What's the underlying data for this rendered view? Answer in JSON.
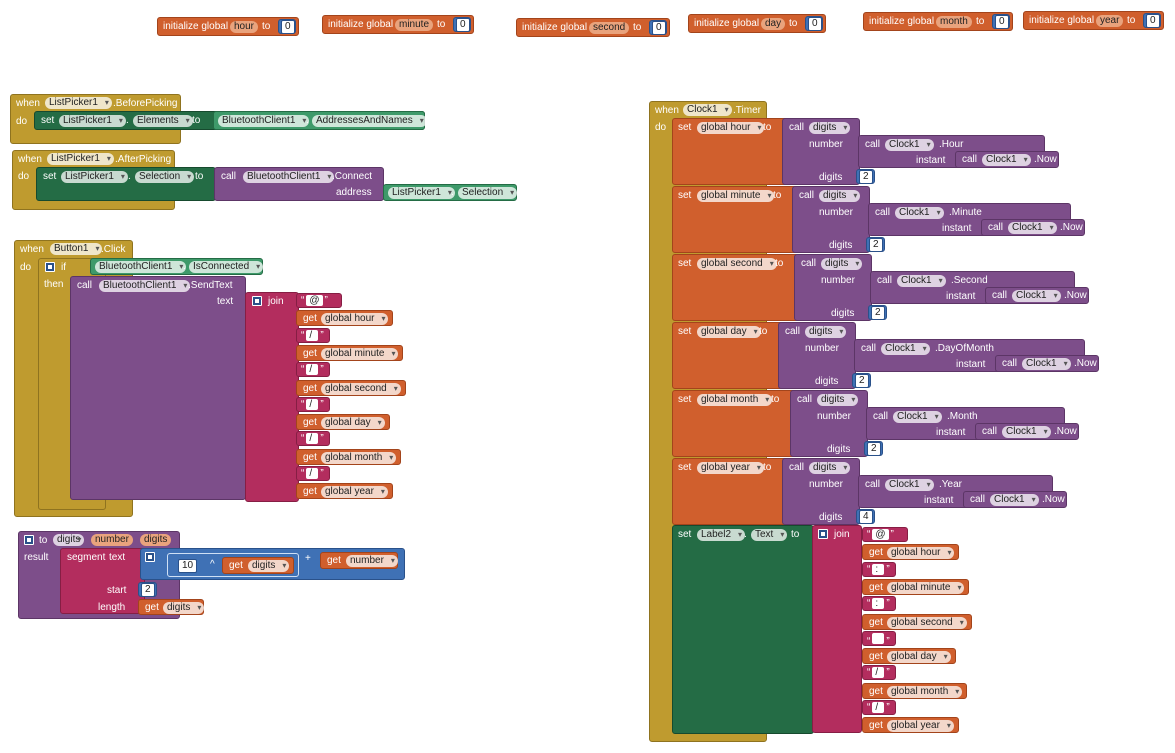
{
  "globals": [
    {
      "kw": "initialize global",
      "name": "hour",
      "to": "to",
      "value": "0"
    },
    {
      "kw": "initialize global",
      "name": "minute",
      "to": "to",
      "value": "0"
    },
    {
      "kw": "initialize global",
      "name": "second",
      "to": "to",
      "value": "0"
    },
    {
      "kw": "initialize global",
      "name": "day",
      "to": "to",
      "value": "0"
    },
    {
      "kw": "initialize global",
      "name": "month",
      "to": "to",
      "value": "0"
    },
    {
      "kw": "initialize global",
      "name": "year",
      "to": "to",
      "value": "0"
    }
  ],
  "kw": {
    "when": "when",
    "do": "do",
    "set": "set",
    "to": "to",
    "call": "call",
    "get": "get",
    "if": "if",
    "then": "then",
    "join": "join",
    "text": "text",
    "address": "address",
    "number": "number",
    "instant": "instant",
    "digits": "digits",
    "result": "result",
    "segment": "segment",
    "start": "start",
    "length": "length",
    "dot": ".",
    "caret": "^",
    "plus": "+"
  },
  "before_picking": {
    "component": "ListPicker1",
    "event": ".BeforePicking",
    "set_comp": "ListPicker1",
    "set_prop": "Elements",
    "src_comp": "BluetoothClient1",
    "src_prop": "AddressesAndNames"
  },
  "after_picking": {
    "component": "ListPicker1",
    "event": ".AfterPicking",
    "set_comp": "ListPicker1",
    "set_prop": "Selection",
    "call_comp": "BluetoothClient1",
    "call_method": ".Connect",
    "arg_comp": "ListPicker1",
    "arg_prop": "Selection"
  },
  "button_click": {
    "component": "Button1",
    "event": ".Click",
    "cond_comp": "BluetoothClient1",
    "cond_prop": "IsConnected",
    "call_comp": "BluetoothClient1",
    "call_method": ".SendText",
    "join_items": [
      {
        "type": "str",
        "value": "@"
      },
      {
        "type": "get",
        "value": "global hour"
      },
      {
        "type": "str",
        "value": "/"
      },
      {
        "type": "get",
        "value": "global minute"
      },
      {
        "type": "str",
        "value": "/"
      },
      {
        "type": "get",
        "value": "global second"
      },
      {
        "type": "str",
        "value": "/"
      },
      {
        "type": "get",
        "value": "global day"
      },
      {
        "type": "str",
        "value": "/"
      },
      {
        "type": "get",
        "value": "global month"
      },
      {
        "type": "str",
        "value": "/"
      },
      {
        "type": "get",
        "value": "global year"
      }
    ]
  },
  "digits_proc": {
    "name": "digits",
    "param1": "number",
    "param2": "digits",
    "pow_base": "10",
    "pow_get": "digits",
    "plus_get": "number",
    "start_val": "2",
    "length_get": "digits"
  },
  "timer": {
    "component": "Clock1",
    "event": ".Timer",
    "rows": [
      {
        "var": "global hour",
        "method": ".Hour",
        "digits": "2"
      },
      {
        "var": "global minute",
        "method": ".Minute",
        "digits": "2"
      },
      {
        "var": "global second",
        "method": ".Second",
        "digits": "2"
      },
      {
        "var": "global day",
        "method": ".DayOfMonth",
        "digits": "2"
      },
      {
        "var": "global month",
        "method": ".Month",
        "digits": "2"
      },
      {
        "var": "global year",
        "method": ".Year",
        "digits": "4"
      }
    ],
    "clock_comp": "Clock1",
    "now": ".Now",
    "proc": "digits",
    "label_comp": "Label2",
    "label_prop": "Text",
    "join_items": [
      {
        "type": "str",
        "value": "@"
      },
      {
        "type": "get",
        "value": "global hour"
      },
      {
        "type": "str",
        "value": ":"
      },
      {
        "type": "get",
        "value": "global minute"
      },
      {
        "type": "str",
        "value": ":"
      },
      {
        "type": "get",
        "value": "global second"
      },
      {
        "type": "str",
        "value": " "
      },
      {
        "type": "get",
        "value": "global day"
      },
      {
        "type": "str",
        "value": "/"
      },
      {
        "type": "get",
        "value": "global month"
      },
      {
        "type": "str",
        "value": "/"
      },
      {
        "type": "get",
        "value": "global year"
      }
    ]
  },
  "colors": {
    "event": "#bf9b2f",
    "variable": "#d05f2d",
    "procedure": "#7d4e8a",
    "component": "#246c45",
    "text": "#b32d5e",
    "math": "#3f71b5"
  }
}
